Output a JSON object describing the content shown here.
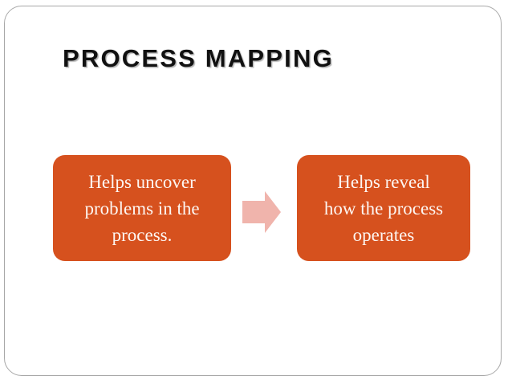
{
  "slide": {
    "title": "PROCESS MAPPING",
    "background_color": "#FFFFFF",
    "frame_color": "#A8A8A8",
    "title_color": "#111111"
  },
  "diagram": {
    "type": "process-flow",
    "accent_color": "#D6511E",
    "arrow_color": "#F0B4AC",
    "text_color": "#FDF6F2",
    "boxes": [
      {
        "id": "box-1",
        "text": "Helps uncover\nproblems in the\nprocess.",
        "lines": [
          "Helps uncover",
          "problems in the",
          "process."
        ]
      },
      {
        "id": "box-2",
        "text": "Helps reveal\nhow the process\noperates",
        "lines": [
          "Helps reveal",
          "how the process",
          "operates"
        ]
      }
    ],
    "connector": {
      "icon": "right-arrow-icon",
      "direction": "right",
      "from": "box-1",
      "to": "box-2"
    }
  }
}
